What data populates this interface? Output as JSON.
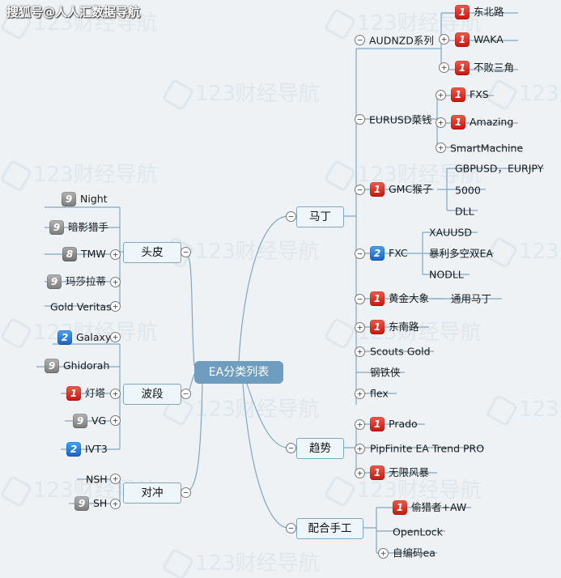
{
  "watermark": {
    "top_left": "搜狐号@人人汇数据导航",
    "tile": "123财经导航"
  },
  "central": "EA分类列表",
  "main": {
    "mading": "马丁",
    "qushi": "趋势",
    "peihe": "配合手工",
    "toupi": "头皮",
    "boduan": "波段",
    "duichong": "对冲"
  },
  "mading": {
    "audnzd": "AUDNZD系列",
    "dongbeilu": "东北路",
    "waka": "WAKA",
    "bubai": "不败三角",
    "eurusd": "EURUSD菜钱",
    "fxs": "FXS",
    "amazing": "Amazing",
    "smartmachine": "SmartMachine",
    "gmc": "GMC猴子",
    "gbpusd": "GBPUSD，EURJPY",
    "n5000": "5000",
    "dll": "DLL",
    "fxc": "FXC",
    "xauusd": "XAUUSD",
    "baoli": "暴利多空双EA",
    "nodll": "NODLL",
    "huangjin": "黄金大象",
    "tongyong": "通用马丁",
    "dongnanlu": "东南路",
    "scouts": "Scouts Gold",
    "gangtiexia": "钢铁侠",
    "flex": "flex"
  },
  "qushi": {
    "prado": "Prado",
    "pipfinite": "PipFinite EA Trend PRO",
    "wuxian": "无限风暴"
  },
  "peihe": {
    "toulie": "偷猎者+AW",
    "openlock": "OpenLock",
    "zibian": "自编码ea"
  },
  "toupi": {
    "night": "Night",
    "anying": "暗影猎手",
    "tmw": "TMW",
    "mashala": "玛莎拉蒂",
    "goldveritas": "Gold Veritas"
  },
  "boduan": {
    "galaxy": "Galaxy",
    "ghidorah": "Ghidorah",
    "dengta": "灯塔",
    "vg": "VG",
    "ivt3": "IVT3"
  },
  "duichong": {
    "nsh": "NSH",
    "sh": "SH"
  },
  "badges": {
    "one": "1",
    "two": "2",
    "eight": "8",
    "nine": "9"
  },
  "toggles": {
    "collapse": "−",
    "expand": "+"
  },
  "colors": {
    "line": "#6f9dbf",
    "central": "#6f9dbf",
    "red_badge": "#d8231a",
    "blue_badge": "#1f75d6",
    "gray_badge": "#8a8a8a"
  }
}
